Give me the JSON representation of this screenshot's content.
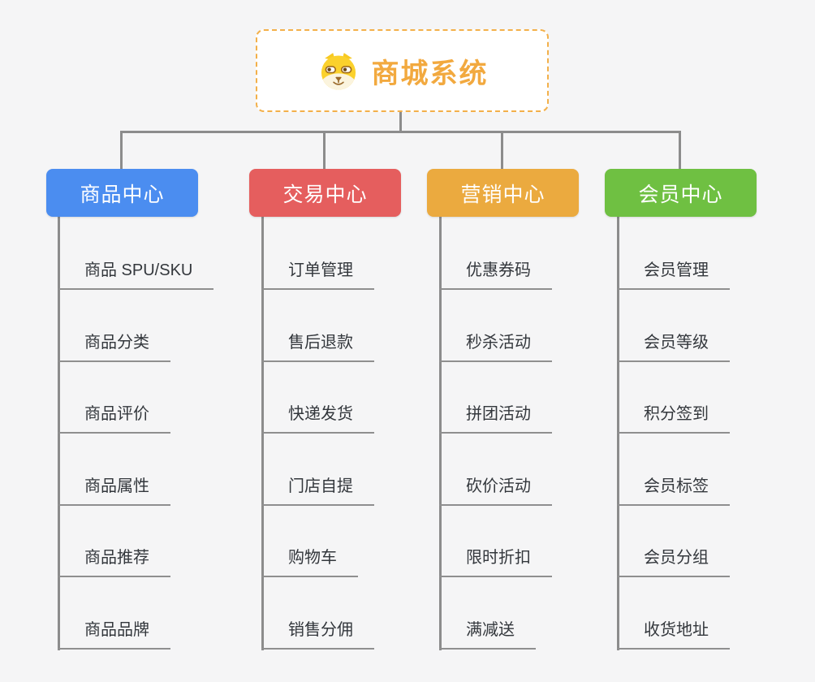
{
  "root": {
    "title": "商城系统",
    "icon": "dog-face-icon",
    "accent_color": "#f2a93f",
    "border_color": "#f3b04a"
  },
  "connector_color": "#8c8c8c",
  "background_color": "#f5f5f6",
  "branches": [
    {
      "label": "商品中心",
      "color": "#4b8df0",
      "children": [
        "商品 SPU/SKU",
        "商品分类",
        "商品评价",
        "商品属性",
        "商品推荐",
        "商品品牌"
      ]
    },
    {
      "label": "交易中心",
      "color": "#e55e5e",
      "children": [
        "订单管理",
        "售后退款",
        "快递发货",
        "门店自提",
        "购物车",
        "销售分佣"
      ]
    },
    {
      "label": "营销中心",
      "color": "#ebaa3f",
      "children": [
        "优惠券码",
        "秒杀活动",
        "拼团活动",
        "砍价活动",
        "限时折扣",
        "满减送"
      ]
    },
    {
      "label": "会员中心",
      "color": "#6fc042",
      "children": [
        "会员管理",
        "会员等级",
        "积分签到",
        "会员标签",
        "会员分组",
        "收货地址"
      ]
    }
  ]
}
